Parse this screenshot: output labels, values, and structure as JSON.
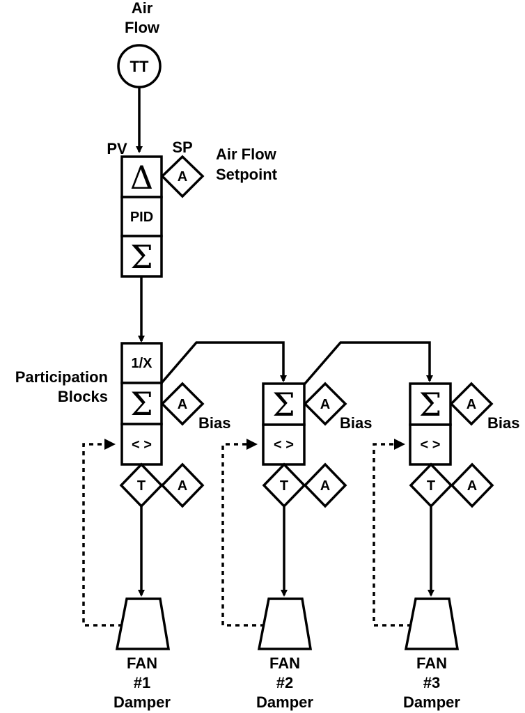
{
  "input": {
    "label_line1": "Air",
    "label_line2": "Flow",
    "transmitter": "TT"
  },
  "controller": {
    "pv_label": "PV",
    "sp_label": "SP",
    "delta_symbol": "Δ",
    "pid_label": "PID",
    "sum_symbol": "Σ",
    "setpoint_tag": "A",
    "setpoint_label_line1": "Air Flow",
    "setpoint_label_line2": "Setpoint"
  },
  "participation": {
    "label_line1": "Participation",
    "label_line2": "Blocks",
    "reciprocal_label": "1/X"
  },
  "fans": [
    {
      "sum_symbol": "Σ",
      "bias_tag": "A",
      "bias_label": "Bias",
      "select_label": "< >",
      "transfer_tag": "T",
      "auto_tag": "A",
      "name": "FAN",
      "number": "#1",
      "element": "Damper"
    },
    {
      "sum_symbol": "Σ",
      "bias_tag": "A",
      "bias_label": "Bias",
      "select_label": "< >",
      "transfer_tag": "T",
      "auto_tag": "A",
      "name": "FAN",
      "number": "#2",
      "element": "Damper"
    },
    {
      "sum_symbol": "Σ",
      "bias_tag": "A",
      "bias_label": "Bias",
      "select_label": "< >",
      "transfer_tag": "T",
      "auto_tag": "A",
      "name": "FAN",
      "number": "#3",
      "element": "Damper"
    }
  ]
}
